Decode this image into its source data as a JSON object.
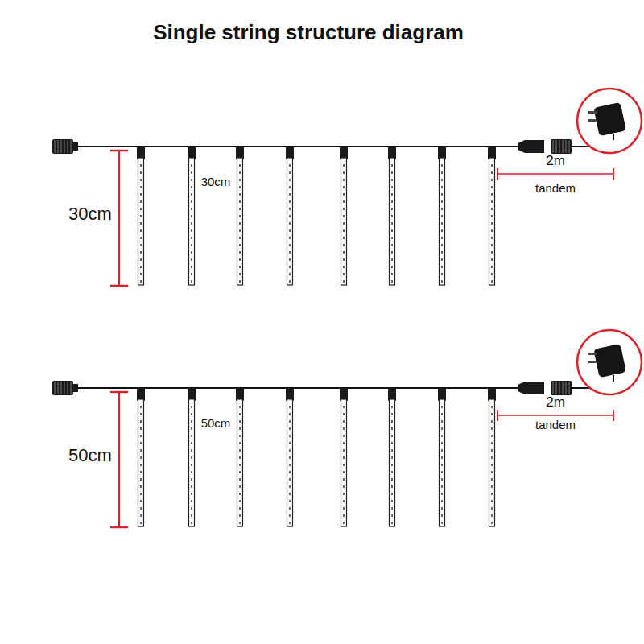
{
  "diagram": {
    "title": "Single string structure diagram",
    "labels": [
      "30cm",
      "30cm",
      "2m",
      "tandem",
      "50cm",
      "50cm",
      "2m",
      "tandem"
    ]
  }
}
